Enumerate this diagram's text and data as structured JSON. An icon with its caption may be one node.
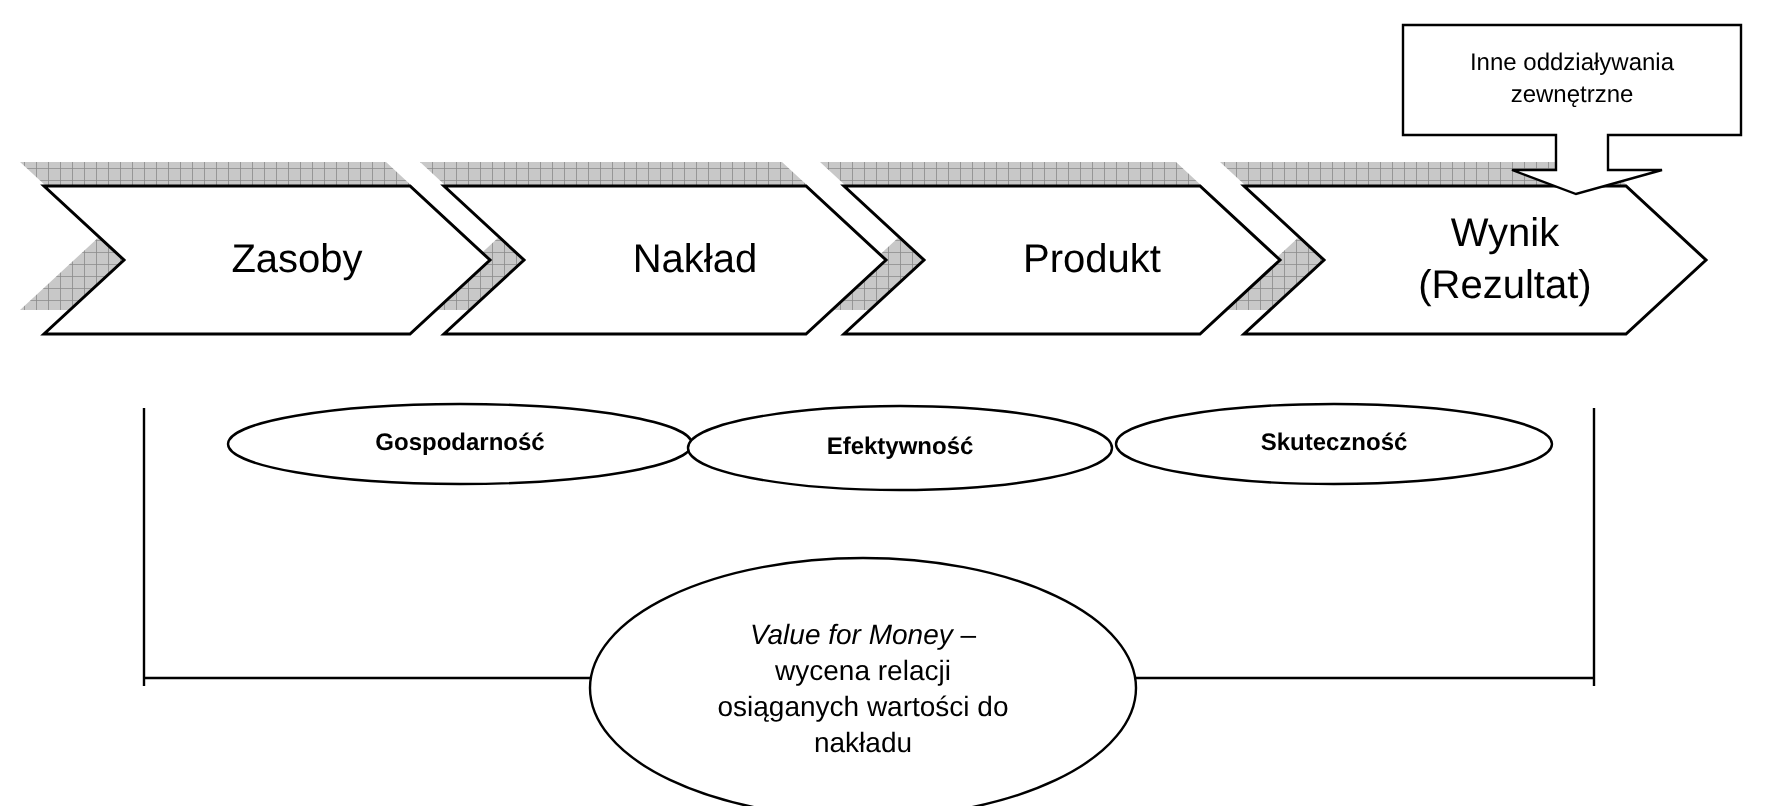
{
  "diagram": {
    "nodes": [
      {
        "text": [
          "Zasoby"
        ]
      },
      {
        "text": [
          "Nakład"
        ]
      },
      {
        "text": [
          "Produkt"
        ]
      },
      {
        "text": [
          "Wynik (Rezultat)"
        ]
      },
      {
        "text": [
          "Inne oddziaływania zewnętrzne"
        ]
      },
      {
        "text": [
          "Gospodarność"
        ]
      },
      {
        "text": [
          "Efektywność"
        ]
      },
      {
        "text": [
          "Skuteczność"
        ]
      },
      {
        "text": [
          "*Value for Money* – wycena relacji osiąganych wartości do nakładu"
        ]
      }
    ]
  }
}
